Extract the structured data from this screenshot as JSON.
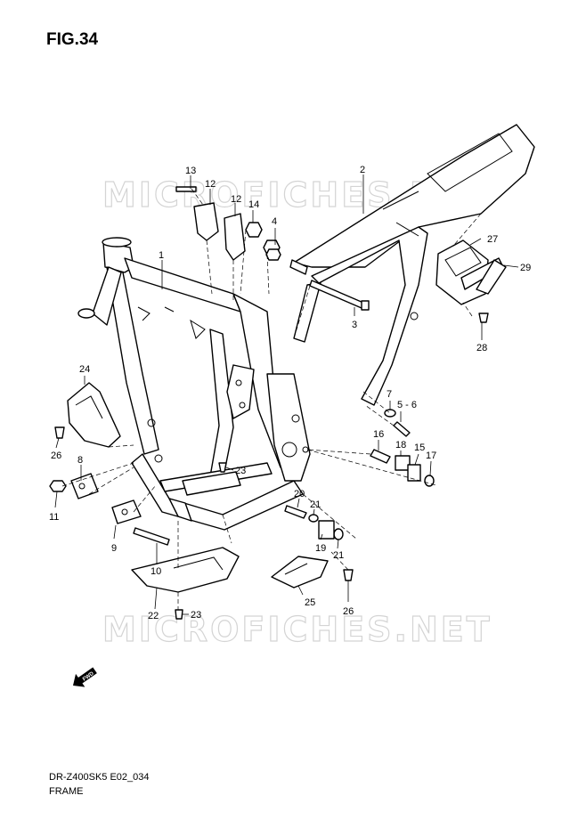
{
  "figure": {
    "title": "FIG.34",
    "model_code": "DR-Z400SK5 E02_034",
    "name": "FRAME",
    "watermark": "MICROFICHES.NET",
    "fwd_label": "FWD"
  },
  "callouts": [
    {
      "id": "c1",
      "label": "1"
    },
    {
      "id": "c2",
      "label": "2"
    },
    {
      "id": "c3",
      "label": "3"
    },
    {
      "id": "c4",
      "label": "4"
    },
    {
      "id": "c56",
      "label": "5 - 6"
    },
    {
      "id": "c7",
      "label": "7"
    },
    {
      "id": "c8",
      "label": "8"
    },
    {
      "id": "c9",
      "label": "9"
    },
    {
      "id": "c10",
      "label": "10"
    },
    {
      "id": "c11",
      "label": "11"
    },
    {
      "id": "c12a",
      "label": "12"
    },
    {
      "id": "c12b",
      "label": "12"
    },
    {
      "id": "c13",
      "label": "13"
    },
    {
      "id": "c14",
      "label": "14"
    },
    {
      "id": "c15",
      "label": "15"
    },
    {
      "id": "c16",
      "label": "16"
    },
    {
      "id": "c17",
      "label": "17"
    },
    {
      "id": "c18",
      "label": "18"
    },
    {
      "id": "c19",
      "label": "19"
    },
    {
      "id": "c20",
      "label": "20"
    },
    {
      "id": "c21a",
      "label": "21"
    },
    {
      "id": "c21b",
      "label": "21"
    },
    {
      "id": "c22",
      "label": "22"
    },
    {
      "id": "c23a",
      "label": "23"
    },
    {
      "id": "c23b",
      "label": "23"
    },
    {
      "id": "c24",
      "label": "24"
    },
    {
      "id": "c25",
      "label": "25"
    },
    {
      "id": "c26a",
      "label": "26"
    },
    {
      "id": "c26b",
      "label": "26"
    },
    {
      "id": "c27",
      "label": "27"
    },
    {
      "id": "c28",
      "label": "28"
    },
    {
      "id": "c29",
      "label": "29"
    }
  ]
}
